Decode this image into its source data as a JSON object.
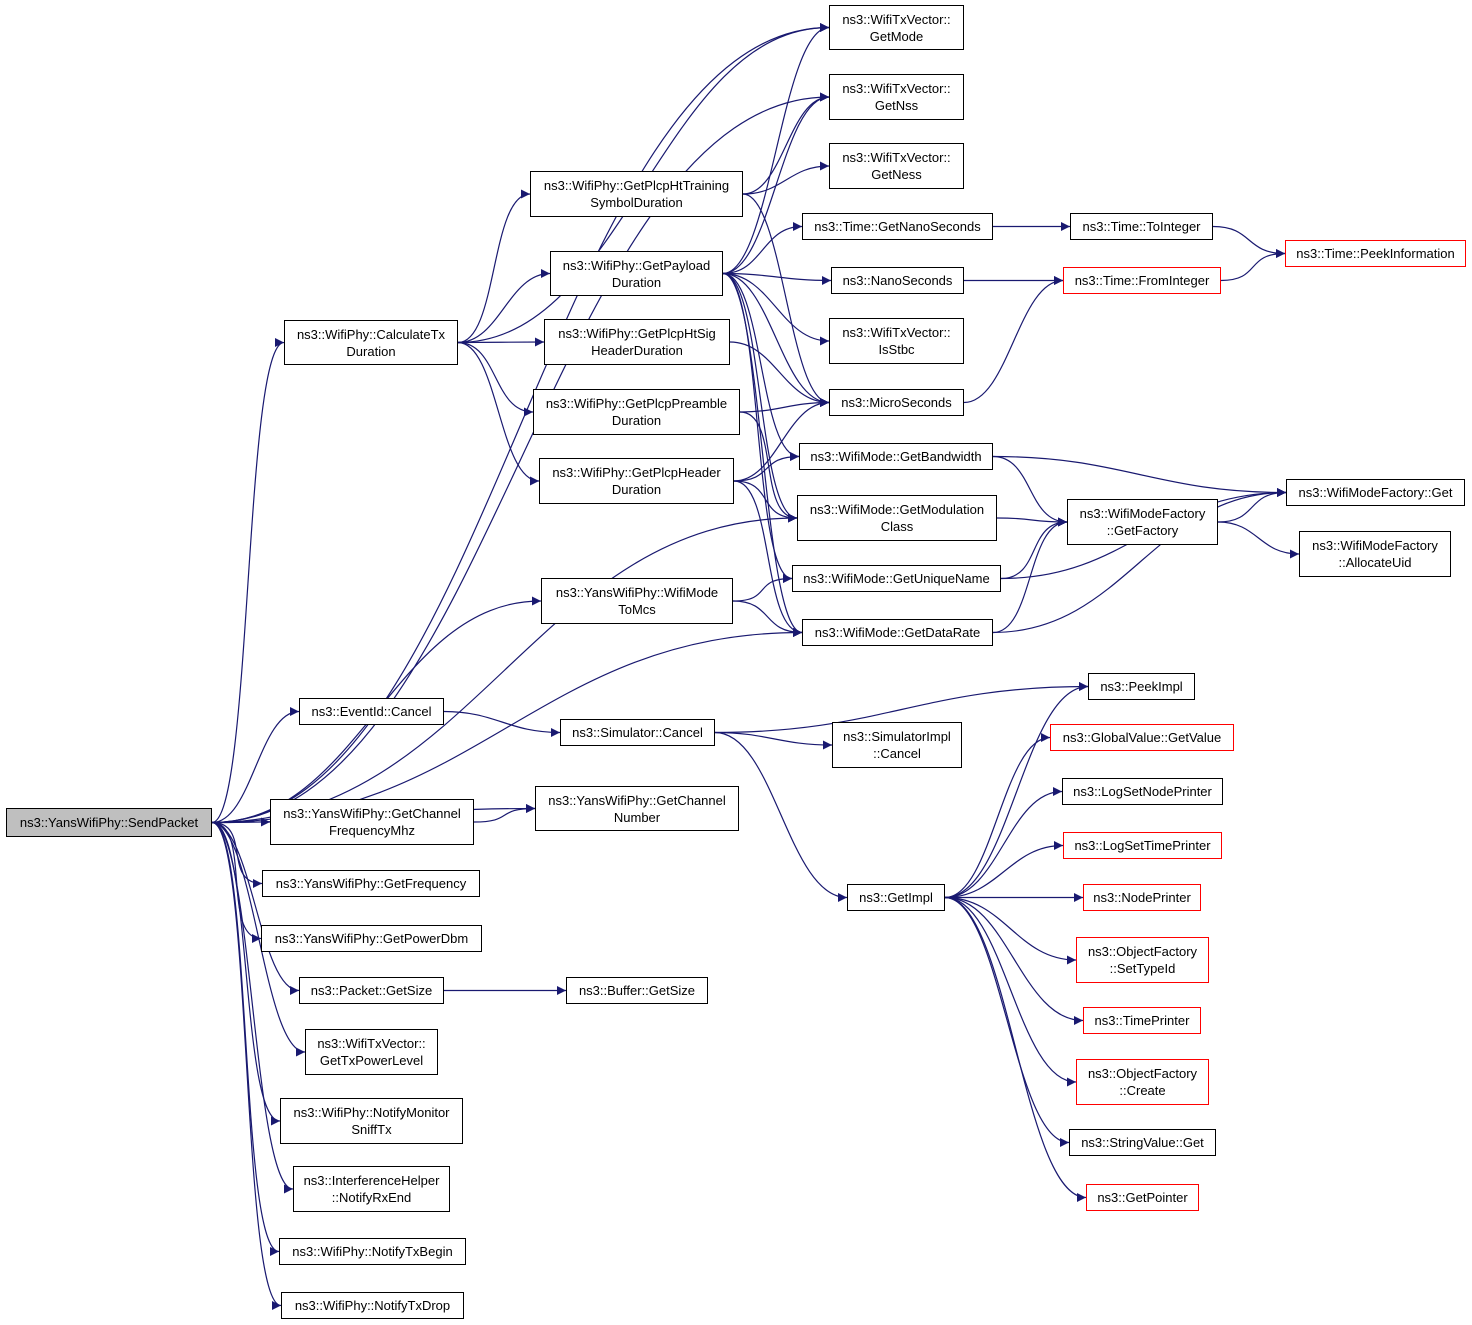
{
  "colors": {
    "edge": "#191970",
    "border": "#000000",
    "border_truncated": "#ff0000",
    "root_fill": "#bfbfbf"
  },
  "nodes": {
    "n0": {
      "l1": "ns3::YansWifiPhy::SendPacket",
      "l2": ""
    },
    "n1": {
      "l1": "ns3::WifiPhy::CalculateTx",
      "l2": "Duration"
    },
    "n2": {
      "l1": "ns3::EventId::Cancel",
      "l2": ""
    },
    "n3": {
      "l1": "ns3::YansWifiPhy::GetChannel",
      "l2": "FrequencyMhz"
    },
    "n4": {
      "l1": "ns3::YansWifiPhy::GetFrequency",
      "l2": ""
    },
    "n5": {
      "l1": "ns3::YansWifiPhy::GetPowerDbm",
      "l2": ""
    },
    "n6": {
      "l1": "ns3::Packet::GetSize",
      "l2": ""
    },
    "n7": {
      "l1": "ns3::WifiTxVector::",
      "l2": "GetTxPowerLevel"
    },
    "n8": {
      "l1": "ns3::WifiPhy::NotifyMonitor",
      "l2": "SniffTx"
    },
    "n9": {
      "l1": "ns3::InterferenceHelper",
      "l2": "::NotifyRxEnd"
    },
    "n10": {
      "l1": "ns3::WifiPhy::NotifyTxBegin",
      "l2": ""
    },
    "n11": {
      "l1": "ns3::WifiPhy::NotifyTxDrop",
      "l2": ""
    },
    "n12": {
      "l1": "ns3::WifiPhy::GetPlcpHtTraining",
      "l2": "SymbolDuration"
    },
    "n13": {
      "l1": "ns3::WifiPhy::GetPayload",
      "l2": "Duration"
    },
    "n14": {
      "l1": "ns3::WifiPhy::GetPlcpHtSig",
      "l2": "HeaderDuration"
    },
    "n15": {
      "l1": "ns3::WifiPhy::GetPlcpPreamble",
      "l2": "Duration"
    },
    "n16": {
      "l1": "ns3::WifiPhy::GetPlcpHeader",
      "l2": "Duration"
    },
    "n17": {
      "l1": "ns3::YansWifiPhy::WifiMode",
      "l2": "ToMcs"
    },
    "n18": {
      "l1": "ns3::Simulator::Cancel",
      "l2": ""
    },
    "n19": {
      "l1": "ns3::YansWifiPhy::GetChannel",
      "l2": "Number"
    },
    "n20": {
      "l1": "ns3::Buffer::GetSize",
      "l2": ""
    },
    "n21": {
      "l1": "ns3::WifiTxVector::",
      "l2": "GetMode"
    },
    "n22": {
      "l1": "ns3::WifiTxVector::",
      "l2": "GetNss"
    },
    "n23": {
      "l1": "ns3::WifiTxVector::",
      "l2": "GetNess"
    },
    "n24": {
      "l1": "ns3::Time::GetNanoSeconds",
      "l2": ""
    },
    "n25": {
      "l1": "ns3::NanoSeconds",
      "l2": ""
    },
    "n26": {
      "l1": "ns3::WifiTxVector::",
      "l2": "IsStbc"
    },
    "n27": {
      "l1": "ns3::MicroSeconds",
      "l2": ""
    },
    "n28": {
      "l1": "ns3::WifiMode::GetBandwidth",
      "l2": ""
    },
    "n29": {
      "l1": "ns3::WifiMode::GetModulation",
      "l2": "Class"
    },
    "n30": {
      "l1": "ns3::WifiMode::GetUniqueName",
      "l2": ""
    },
    "n31": {
      "l1": "ns3::WifiMode::GetDataRate",
      "l2": ""
    },
    "n32": {
      "l1": "ns3::SimulatorImpl",
      "l2": "::Cancel"
    },
    "n33": {
      "l1": "ns3::GetImpl",
      "l2": ""
    },
    "n34": {
      "l1": "ns3::Time::ToInteger",
      "l2": ""
    },
    "n35": {
      "l1": "ns3::Time::FromInteger",
      "l2": ""
    },
    "n36": {
      "l1": "ns3::WifiModeFactory",
      "l2": "::GetFactory"
    },
    "n37": {
      "l1": "ns3::PeekImpl",
      "l2": ""
    },
    "n38": {
      "l1": "ns3::GlobalValue::GetValue",
      "l2": ""
    },
    "n39": {
      "l1": "ns3::LogSetNodePrinter",
      "l2": ""
    },
    "n40": {
      "l1": "ns3::LogSetTimePrinter",
      "l2": ""
    },
    "n41": {
      "l1": "ns3::NodePrinter",
      "l2": ""
    },
    "n42": {
      "l1": "ns3::ObjectFactory",
      "l2": "::SetTypeId"
    },
    "n43": {
      "l1": "ns3::TimePrinter",
      "l2": ""
    },
    "n44": {
      "l1": "ns3::ObjectFactory",
      "l2": "::Create"
    },
    "n45": {
      "l1": "ns3::StringValue::Get",
      "l2": ""
    },
    "n46": {
      "l1": "ns3::GetPointer",
      "l2": ""
    },
    "n47": {
      "l1": "ns3::Time::PeekInformation",
      "l2": ""
    },
    "n48": {
      "l1": "ns3::WifiModeFactory::Get",
      "l2": ""
    },
    "n49": {
      "l1": "ns3::WifiModeFactory",
      "l2": "::AllocateUid"
    }
  },
  "edges": [
    [
      "n0",
      "n1"
    ],
    [
      "n0",
      "n2"
    ],
    [
      "n0",
      "n3"
    ],
    [
      "n0",
      "n4"
    ],
    [
      "n0",
      "n5"
    ],
    [
      "n0",
      "n6"
    ],
    [
      "n0",
      "n7"
    ],
    [
      "n0",
      "n8"
    ],
    [
      "n0",
      "n9"
    ],
    [
      "n0",
      "n10"
    ],
    [
      "n0",
      "n11"
    ],
    [
      "n0",
      "n21"
    ],
    [
      "n0",
      "n22"
    ],
    [
      "n0",
      "n29"
    ],
    [
      "n0",
      "n17"
    ],
    [
      "n0",
      "n31"
    ],
    [
      "n0",
      "n19"
    ],
    [
      "n1",
      "n12"
    ],
    [
      "n1",
      "n13"
    ],
    [
      "n1",
      "n14"
    ],
    [
      "n1",
      "n15"
    ],
    [
      "n1",
      "n16"
    ],
    [
      "n1",
      "n21"
    ],
    [
      "n12",
      "n22"
    ],
    [
      "n12",
      "n23"
    ],
    [
      "n12",
      "n27"
    ],
    [
      "n13",
      "n21"
    ],
    [
      "n13",
      "n22"
    ],
    [
      "n13",
      "n24"
    ],
    [
      "n13",
      "n25"
    ],
    [
      "n13",
      "n26"
    ],
    [
      "n13",
      "n27"
    ],
    [
      "n13",
      "n28"
    ],
    [
      "n13",
      "n29"
    ],
    [
      "n13",
      "n30"
    ],
    [
      "n13",
      "n31"
    ],
    [
      "n14",
      "n27"
    ],
    [
      "n15",
      "n27"
    ],
    [
      "n15",
      "n29"
    ],
    [
      "n16",
      "n28"
    ],
    [
      "n16",
      "n29"
    ],
    [
      "n16",
      "n27"
    ],
    [
      "n16",
      "n31"
    ],
    [
      "n17",
      "n30"
    ],
    [
      "n17",
      "n31"
    ],
    [
      "n24",
      "n34"
    ],
    [
      "n25",
      "n35"
    ],
    [
      "n27",
      "n35"
    ],
    [
      "n34",
      "n47"
    ],
    [
      "n35",
      "n47"
    ],
    [
      "n28",
      "n48"
    ],
    [
      "n28",
      "n36"
    ],
    [
      "n29",
      "n36"
    ],
    [
      "n30",
      "n36"
    ],
    [
      "n30",
      "n48"
    ],
    [
      "n31",
      "n36"
    ],
    [
      "n31",
      "n48"
    ],
    [
      "n36",
      "n48"
    ],
    [
      "n36",
      "n49"
    ],
    [
      "n2",
      "n18"
    ],
    [
      "n3",
      "n19"
    ],
    [
      "n6",
      "n20"
    ],
    [
      "n18",
      "n37"
    ],
    [
      "n18",
      "n32"
    ],
    [
      "n18",
      "n33"
    ],
    [
      "n33",
      "n37"
    ],
    [
      "n33",
      "n38"
    ],
    [
      "n33",
      "n39"
    ],
    [
      "n33",
      "n40"
    ],
    [
      "n33",
      "n41"
    ],
    [
      "n33",
      "n42"
    ],
    [
      "n33",
      "n43"
    ],
    [
      "n33",
      "n44"
    ],
    [
      "n33",
      "n45"
    ],
    [
      "n33",
      "n46"
    ]
  ]
}
